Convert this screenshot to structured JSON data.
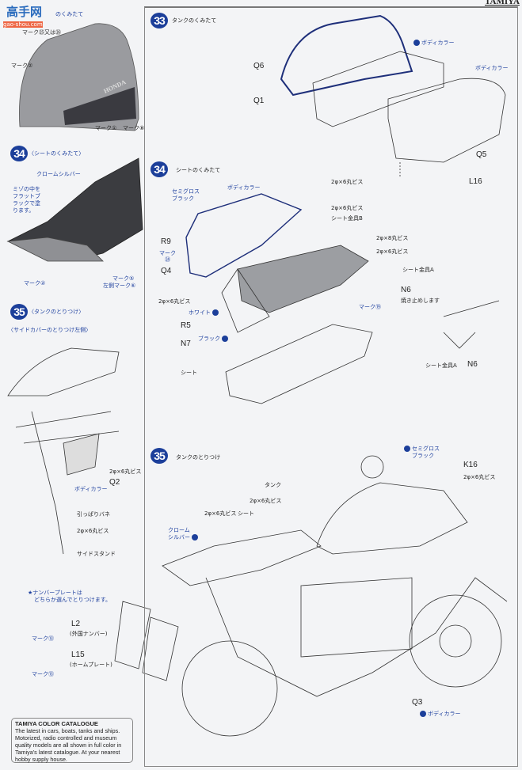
{
  "header": {
    "brand": "TAMIYA",
    "watermark": "高手网",
    "watermark_url": "gao-shou.com"
  },
  "left": {
    "tank_title": "のくみたて",
    "tank_labels": [
      "マーク㉕又は㉖",
      "マーク②",
      "マーク①",
      "マーク⑧"
    ],
    "tank_logo": "HONDA",
    "seat_step": "34",
    "seat_title": "〈シートのくみたて〉",
    "seat_labels": [
      "クロームシルバー",
      "ミゾの中を",
      "フラットブ",
      "ラックで塗",
      "ります。",
      "マーク②",
      "マーク⑤",
      "左側マーク⑥"
    ],
    "mount_step": "35",
    "mount_title": "〈タンクのとりつけ〉",
    "side_title": "〈サイドカバーのとりつけ左側〉",
    "side_labels": [
      "2φ×6丸ビス",
      "Q2",
      "ボディカラー",
      "引っぱりバネ",
      "2φ×6丸ビス",
      "サイドスタンド"
    ],
    "plate_note": [
      "★ナンバープレートは",
      "どちらか選んでとりつけます。"
    ],
    "plate_labels": [
      "L2",
      "(外国ナンバー)",
      "マーク⑬",
      "L15",
      "(ホームプレート)",
      "マーク⑬"
    ],
    "catalogue": {
      "title": "TAMIYA COLOR CATALOGUE",
      "body": "The latest in cars, boats, tanks and ships. Motorized, radio controlled and museum quality models are all shown in full color in Tamiya's latest catalogue. At your nearest hobby supply house."
    }
  },
  "step33": {
    "number": "33",
    "title": "タンクのくみたて",
    "labels": [
      "Q6",
      "Q1",
      "Q5",
      "L16",
      "ボディカラー",
      "ボディカラー"
    ]
  },
  "step34": {
    "number": "34",
    "title": "シートのくみたて",
    "labels": [
      "2φ×6丸ビス",
      "セミグロス",
      "ブラック",
      "ボディカラー",
      "2φ×6丸ビス",
      "シート金具B",
      "R9",
      "マーク",
      "㉔",
      "Q4",
      "2φ×8丸ビス",
      "2φ×6丸ビス",
      "シート金具A",
      "N6",
      "焼き止めします",
      "2φ×6丸ビス",
      "マーク⑲",
      "ホワイト",
      "R5",
      "ブラック",
      "N7",
      "シート",
      "シート金具A",
      "N6"
    ]
  },
  "step35": {
    "number": "35",
    "title": "タンクのとりつけ",
    "labels": [
      "セミグロス",
      "ブラック",
      "K16",
      "2φ×6丸ビス",
      "タンク",
      "2φ×6丸ビス",
      "2φ×6丸ビス",
      "シート",
      "クローム",
      "シルバー",
      "Q3",
      "ボディカラー"
    ]
  },
  "colors": {
    "accent": "#1c3f9a",
    "outline": "#1e2f7a"
  }
}
